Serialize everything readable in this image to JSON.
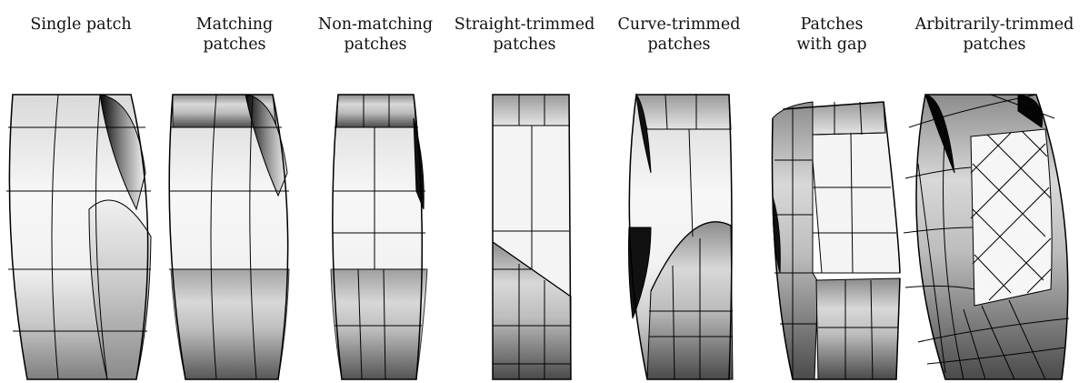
{
  "panels": [
    {
      "id": "single",
      "caption": [
        "Single patch"
      ]
    },
    {
      "id": "matching",
      "caption": [
        "Matching",
        "patches"
      ]
    },
    {
      "id": "nonmatching",
      "caption": [
        "Non-matching",
        "patches"
      ]
    },
    {
      "id": "straight",
      "caption": [
        "Straight-trimmed",
        "patches"
      ]
    },
    {
      "id": "curve",
      "caption": [
        "Curve-trimmed",
        "patches"
      ]
    },
    {
      "id": "gap",
      "caption": [
        "Patches",
        "with gap"
      ]
    },
    {
      "id": "arbitrary",
      "caption": [
        "Arbitrarily-trimmed",
        "patches"
      ]
    }
  ]
}
